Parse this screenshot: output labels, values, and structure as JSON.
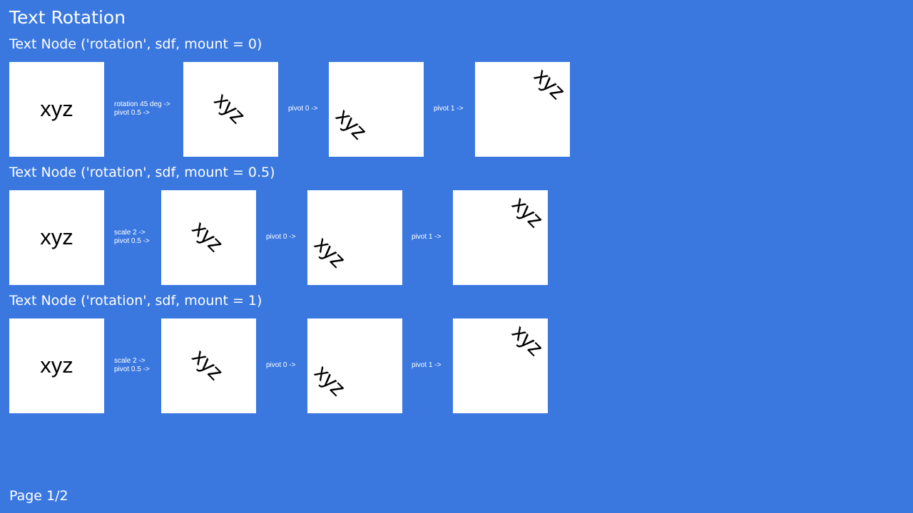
{
  "page_title": "Text Rotation",
  "sample_text": "xyz",
  "page_indicator": "Page 1/2",
  "rows": [
    {
      "title": "Text Node ('rotation', sdf, mount = 0)",
      "step1_line1": "rotation 45 deg ->",
      "step1_line2": "pivot 0.5 ->",
      "step2": "pivot 0 ->",
      "step3": "pivot 1 ->"
    },
    {
      "title": "Text Node ('rotation', sdf,  mount = 0.5)",
      "step1_line1": "scale 2 ->",
      "step1_line2": "pivot 0.5 ->",
      "step2": "pivot 0 ->",
      "step3": "pivot 1 ->"
    },
    {
      "title": "Text Node ('rotation', sdf,  mount = 1)",
      "step1_line1": "scale 2 ->",
      "step1_line2": "pivot 0.5 ->",
      "step2": "pivot 0 ->",
      "step3": "pivot 1 ->"
    }
  ]
}
